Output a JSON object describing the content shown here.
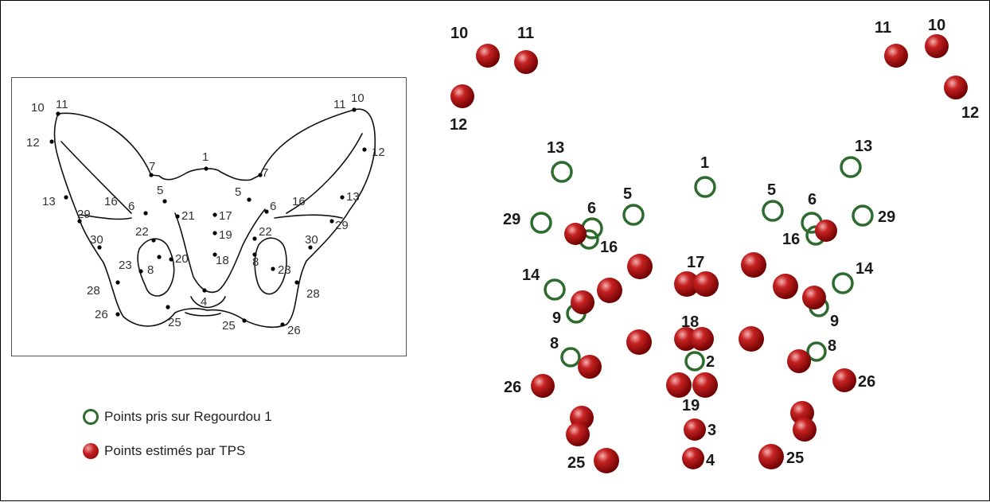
{
  "legend": {
    "open_label": "Points pris sur Regourdou 1",
    "red_label": "Points estimés par TPS",
    "open_color": "#2e6b2e",
    "red_color": "#c42020"
  },
  "inset_labels": [
    "10",
    "11",
    "11",
    "10",
    "12",
    "12",
    "7",
    "1",
    "7",
    "5",
    "5",
    "6",
    "16",
    "6",
    "16",
    "13",
    "13",
    "21",
    "17",
    "19",
    "29",
    "29",
    "30",
    "30",
    "22",
    "22",
    "23",
    "8",
    "20",
    "18",
    "8",
    "23",
    "28",
    "28",
    "4",
    "26",
    "25",
    "25",
    "26"
  ],
  "main_labels": [
    "10",
    "11",
    "11",
    "10",
    "12",
    "12",
    "13",
    "13",
    "1",
    "5",
    "6",
    "5",
    "6",
    "29",
    "29",
    "16",
    "16",
    "17",
    "14",
    "14",
    "9",
    "9",
    "18",
    "8",
    "8",
    "2",
    "26",
    "26",
    "19",
    "3",
    "25",
    "25",
    "4"
  ]
}
